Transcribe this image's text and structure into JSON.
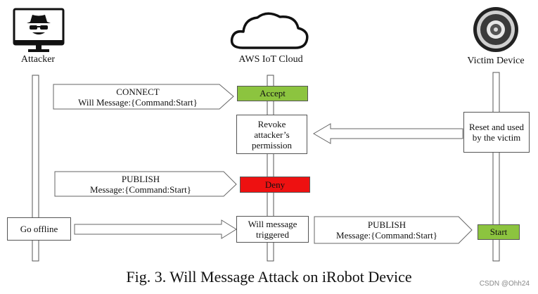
{
  "actors": {
    "attacker": {
      "label": "Attacker",
      "icon": "hacker-monitor-icon"
    },
    "cloud": {
      "label": "AWS IoT Cloud",
      "icon": "cloud-icon"
    },
    "victim": {
      "label": "Victim Device",
      "icon": "robot-vacuum-icon"
    }
  },
  "messages": {
    "connect": {
      "line1": "CONNECT",
      "line2": "Will Message:{Command:Start}"
    },
    "publish_attacker": {
      "line1": "PUBLISH",
      "line2": "Message:{Command:Start}"
    },
    "publish_cloud": {
      "line1": "PUBLISH",
      "line2": "Message:{Command:Start}"
    }
  },
  "boxes": {
    "accept": {
      "label": "Accept",
      "color": "#8cc43f"
    },
    "revoke": {
      "label": "Revoke attacker’s permission"
    },
    "reset": {
      "label": "Reset and used by the victim"
    },
    "deny": {
      "label": "Deny",
      "color": "#ee1111"
    },
    "go_offline": {
      "label": "Go offline"
    },
    "will_triggered": {
      "label": "Will message triggered"
    },
    "start": {
      "label": "Start",
      "color": "#8cc43f"
    }
  },
  "caption": "Fig. 3.  Will Message Attack on iRobot Device",
  "watermark": "CSDN @Ohh24"
}
